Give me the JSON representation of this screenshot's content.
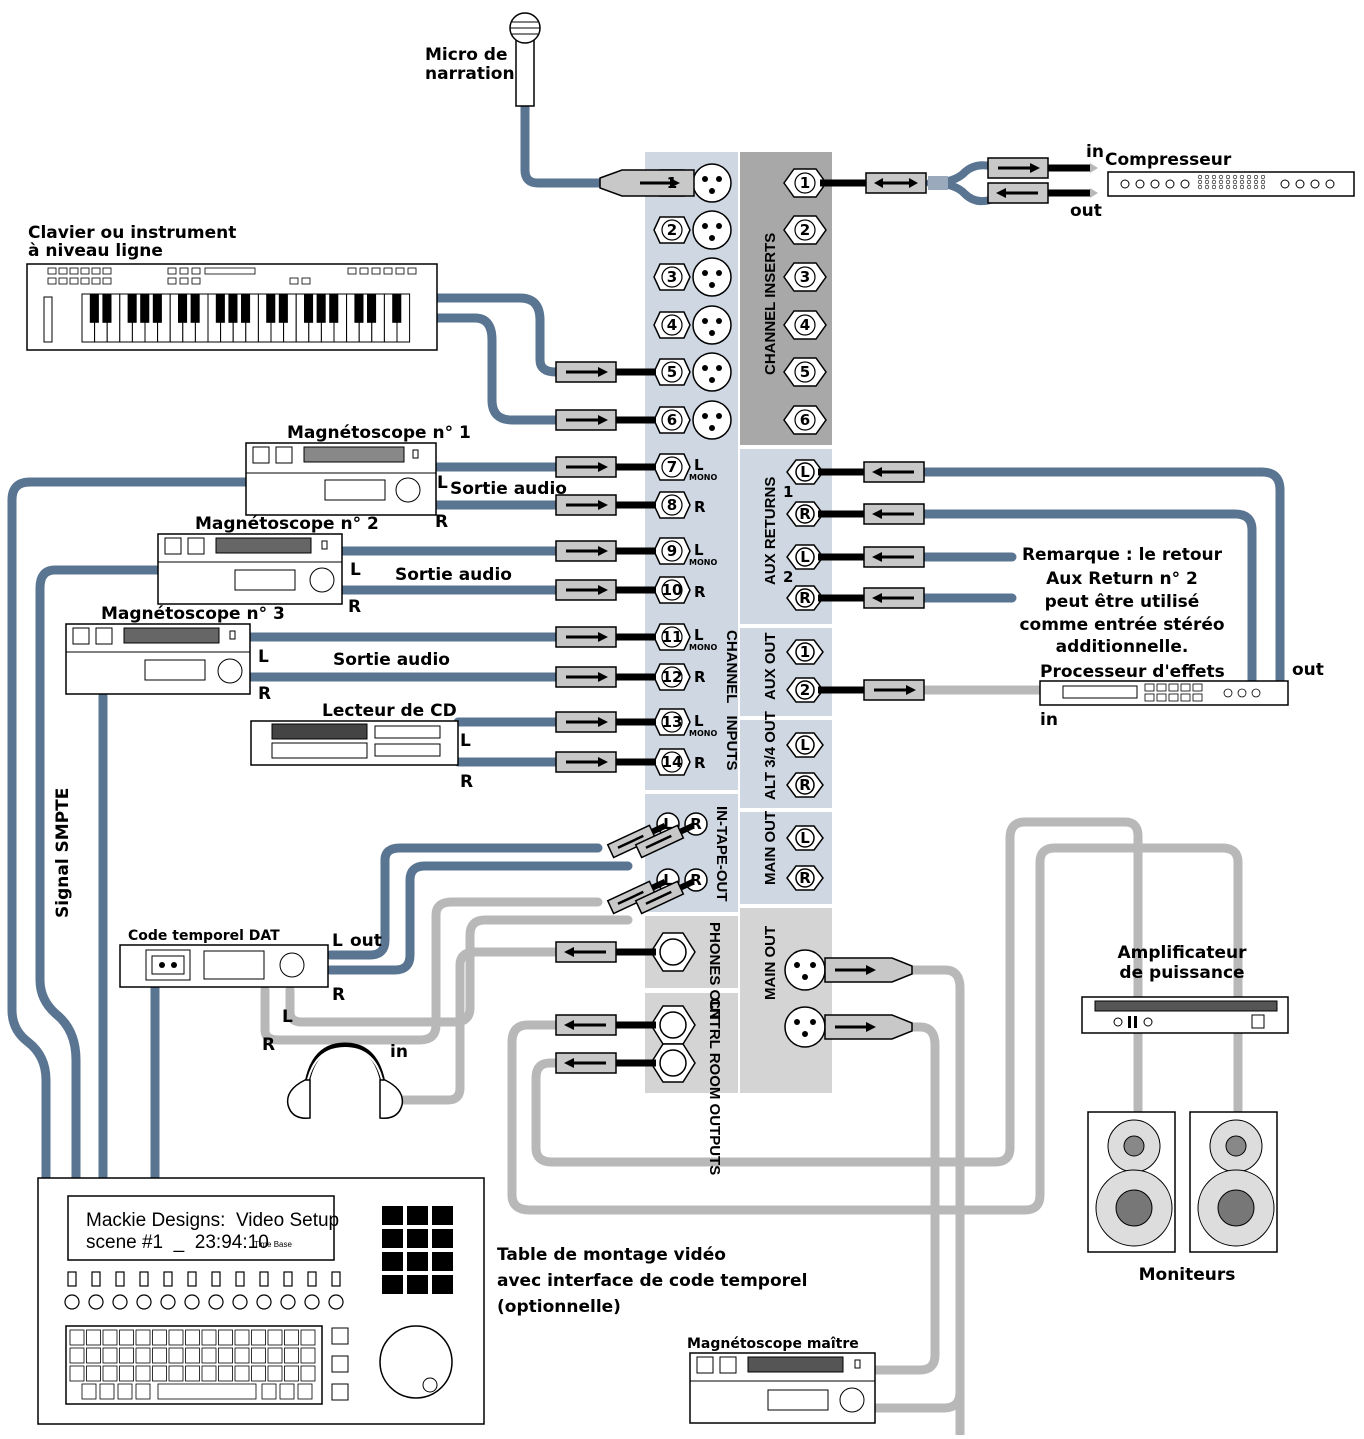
{
  "devices": {
    "narration_mic": {
      "label_lines": [
        "Micro de",
        "narration"
      ]
    },
    "compressor": {
      "label": "Compresseur",
      "in_label": "in",
      "out_label": "out"
    },
    "keyboard": {
      "label_lines": [
        "Clavier ou instrument",
        "à niveau ligne"
      ]
    },
    "vcr1": {
      "label": "Magnétoscope n° 1",
      "out_label": "Sortie audio",
      "l": "L",
      "r": "R"
    },
    "vcr2": {
      "label": "Magnétoscope n° 2",
      "out_label": "Sortie audio",
      "l": "L",
      "r": "R"
    },
    "vcr3": {
      "label": "Magnétoscope n° 3",
      "out_label": "Sortie audio",
      "l": "L",
      "r": "R"
    },
    "cd_player": {
      "label": "Lecteur de CD",
      "l": "L",
      "r": "R"
    },
    "dat": {
      "label": "Code temporel DAT",
      "out_l": "L",
      "out_label": "out",
      "out_r": "R",
      "in_l": "L",
      "in_r": "R",
      "in_label": "in"
    },
    "effects": {
      "label": "Processeur d'effets",
      "in_label": "in",
      "out_label": "out"
    },
    "amplifier": {
      "label_lines": [
        "Amplificateur",
        "de puissance"
      ]
    },
    "monitors": {
      "label": "Moniteurs"
    },
    "master_vcr": {
      "label": "Magnétoscope maître"
    },
    "editor": {
      "screen_line1": "Mackie Designs:  Video Setup",
      "screen_line2": "scene #1  _  23:94:10",
      "screen_small": "Time Base",
      "caption_lines": [
        "Table de montage vidéo",
        "avec interface de code temporel",
        "(optionnelle)"
      ]
    },
    "smpte": {
      "label": "Signal SMPTE"
    }
  },
  "note": {
    "lines": [
      "Remarque : le retour",
      "Aux Return n° 2",
      "peut être utilisé",
      "comme entrée stéréo",
      "additionnelle."
    ]
  },
  "mixer": {
    "channel_inputs_label": "CHANNEL   INPUTS",
    "channel_inserts_label": "CHANNEL INSERTS",
    "aux_returns_label": "AUX RETURNS",
    "aux_out_label": "AUX OUT",
    "alt_out_label": "ALT 3/4 OUT",
    "main_out_label": "MAIN OUT",
    "tape_label": "IN-TAPE-OUT",
    "phones_label": "PHONES OUT",
    "ctrl_room_label": "CNTRL ROOM OUTPUTS",
    "main_out_xlr_label": "MAIN OUT",
    "mono_tag": "MONO",
    "l": "L",
    "r": "R",
    "aux_ret_1": "1",
    "aux_ret_2": "2",
    "input_numbers": [
      "1",
      "2",
      "3",
      "4",
      "5",
      "6",
      "7",
      "8",
      "9",
      "10",
      "11",
      "12",
      "13",
      "14"
    ],
    "insert_numbers": [
      "1",
      "2",
      "3",
      "4",
      "5",
      "6"
    ],
    "aux_out_numbers": [
      "1",
      "2"
    ]
  },
  "colors": {
    "panel_light": "#cfd8e2",
    "panel_dark": "#a8a8a8",
    "panel_mid": "#d4d4d4",
    "cable_blue": "#5a7592",
    "cable_gray": "#b8b8b8"
  }
}
